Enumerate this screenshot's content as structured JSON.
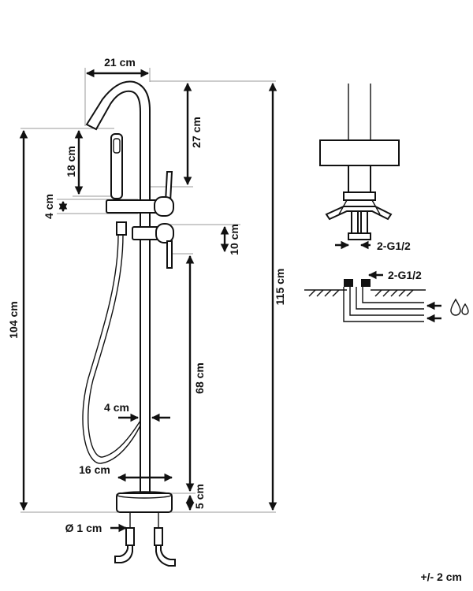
{
  "dimensions": {
    "spout_width": "21 cm",
    "spout_height": "27 cm",
    "hand_shower_height": "18 cm",
    "lever_offset": "4 cm",
    "handle_spacing": "10 cm",
    "total_height": "115 cm",
    "spout_to_floor": "104 cm",
    "handle_to_base": "68 cm",
    "pipe_diameter": "4 cm",
    "base_width": "16 cm",
    "base_height": "5 cm",
    "hose_diameter": "Ø 1 cm"
  },
  "connection": {
    "thread_label_top": "2-G1/2",
    "thread_label_bottom": "2-G1/2"
  },
  "tolerance": "+/- 2 cm"
}
